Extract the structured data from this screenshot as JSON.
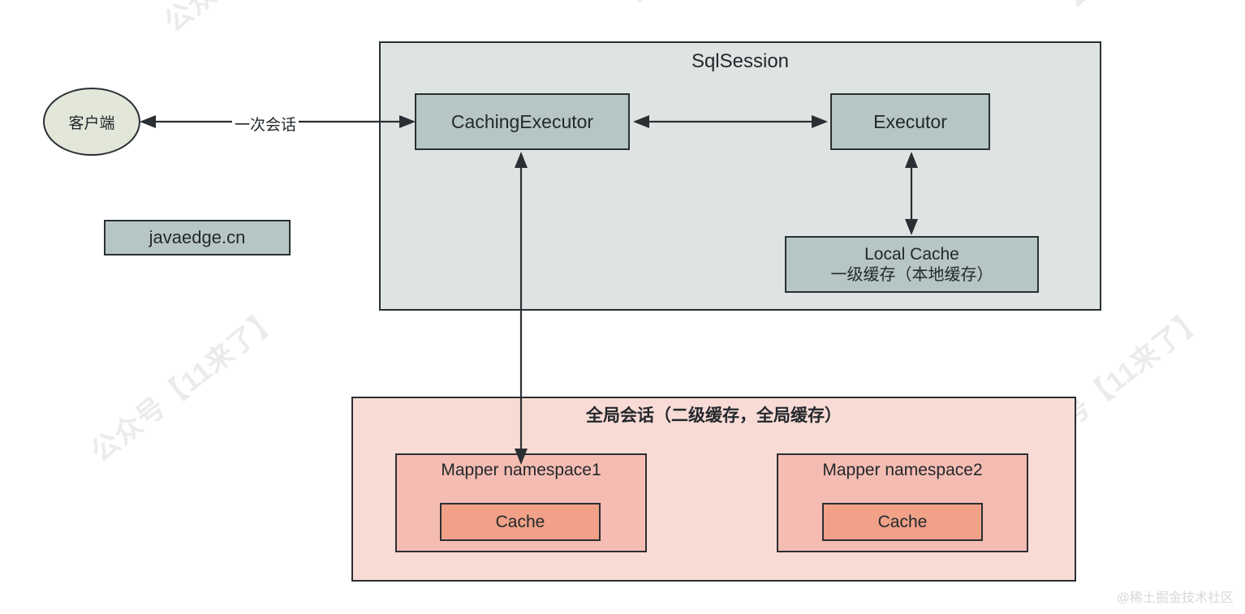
{
  "diagram": {
    "title_visible": false,
    "client": {
      "label": "客户端"
    },
    "branding": {
      "label": "javaedge.cn"
    },
    "sqlsession": {
      "title": "SqlSession",
      "caching_executor": {
        "label": "CachingExecutor"
      },
      "executor": {
        "label": "Executor"
      },
      "local_cache": {
        "line1": "Local Cache",
        "line2": "一级缓存（本地缓存）"
      }
    },
    "global_session": {
      "title": "全局会话（二级缓存，全局缓存）",
      "namespaces": [
        {
          "label": "Mapper namespace1",
          "cache_label": "Cache"
        },
        {
          "label": "Mapper namespace2",
          "cache_label": "Cache"
        }
      ]
    },
    "edges": [
      {
        "id": "client-to-caching-executor",
        "label": "一次会话",
        "direction": "bidirectional"
      },
      {
        "id": "caching-executor-to-executor",
        "label": "",
        "direction": "bidirectional"
      },
      {
        "id": "executor-to-local-cache",
        "label": "",
        "direction": "bidirectional"
      },
      {
        "id": "caching-executor-to-namespace1",
        "label": "",
        "direction": "bidirectional"
      }
    ],
    "watermarks": {
      "tiled_text": "公众号【11来了】",
      "credit": "@稀土掘金技术社区"
    },
    "colors": {
      "node_teal": "#b6c6c4",
      "container_teal": "#dee4e2",
      "client_green": "#e3e7da",
      "container_pink": "#f8dbd5",
      "namespace_pink": "#f4bcb2",
      "cache_salmon": "#f0a188",
      "stroke": "#2a2f33"
    }
  }
}
